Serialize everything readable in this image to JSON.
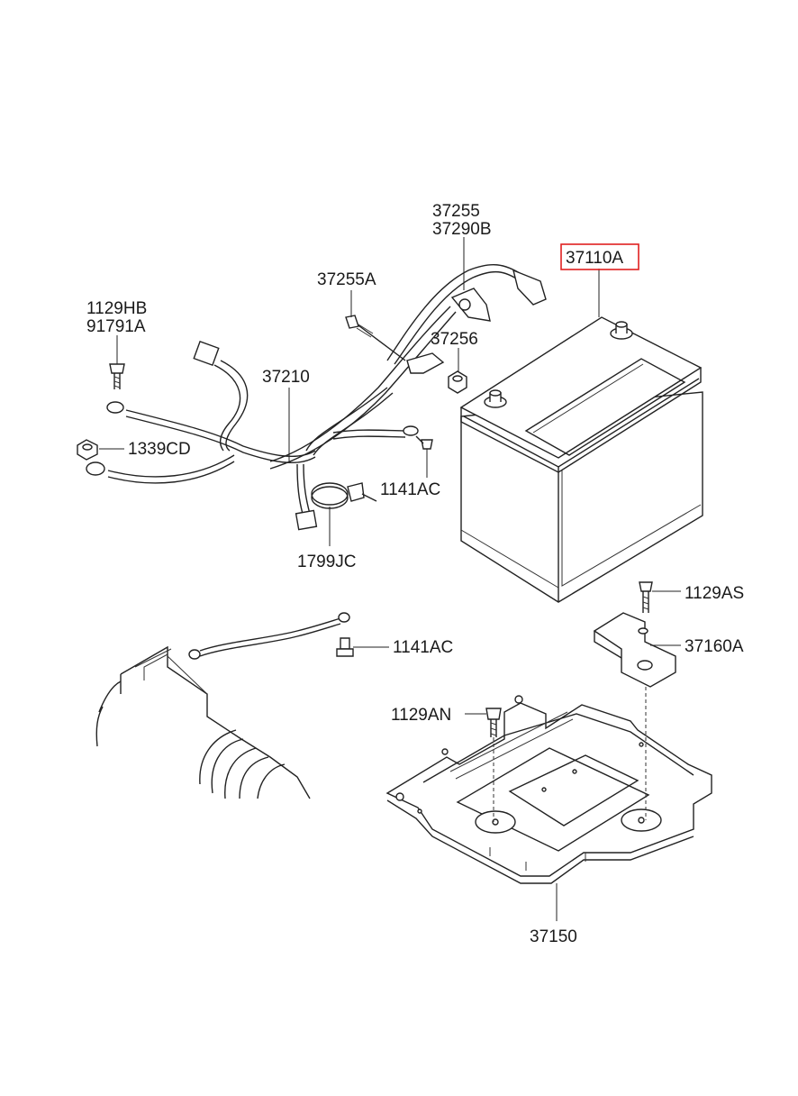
{
  "labels": {
    "p37255": "37255",
    "p37290B": "37290B",
    "p37110A": "37110A",
    "p37255A": "37255A",
    "p37256": "37256",
    "p1129HB": "1129HB",
    "p91791A": "91791A",
    "p37210": "37210",
    "p1339CD": "1339CD",
    "p1141AC_top": "1141AC",
    "p1799JC": "1799JC",
    "p1129AS": "1129AS",
    "p1141AC_bottom": "1141AC",
    "p37160A": "37160A",
    "p1129AN": "1129AN",
    "p37150": "37150"
  },
  "highlight": {
    "part": "37110A",
    "color": "#e02020"
  }
}
